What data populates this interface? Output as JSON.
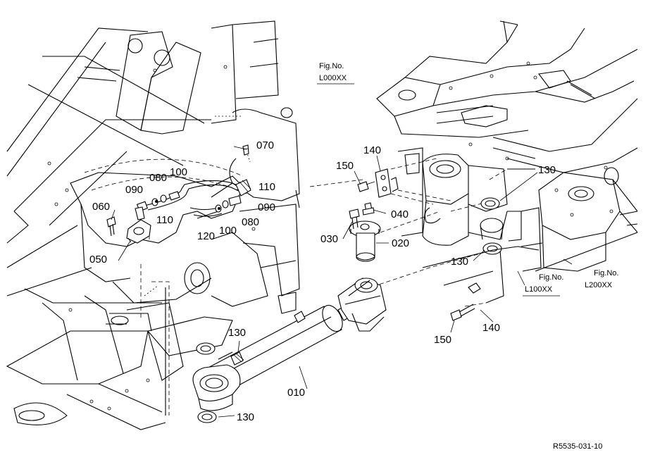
{
  "fig_refs": [
    {
      "id": "fig-l000",
      "line1": "Fig.No.",
      "line2": "L000XX"
    },
    {
      "id": "fig-l100",
      "line1": "Fig.No.",
      "line2": "L100XX"
    },
    {
      "id": "fig-l200",
      "line1": "Fig.No.",
      "line2": "L200XX"
    }
  ],
  "part_labels": {
    "p010": "010",
    "p020": "020",
    "p030": "030",
    "p040": "040",
    "p050": "050",
    "p060": "060",
    "p070": "070",
    "p080a": "080",
    "p080b": "080",
    "p090a": "090",
    "p090b": "090",
    "p100a": "100",
    "p100b": "100",
    "p110a": "110",
    "p110b": "110",
    "p120": "120",
    "p130a": "130",
    "p130b": "130",
    "p130c": "130",
    "p130d": "130",
    "p140a": "140",
    "p140b": "140",
    "p150a": "150",
    "p150b": "150"
  },
  "drawing_code": "R5535-031-10"
}
